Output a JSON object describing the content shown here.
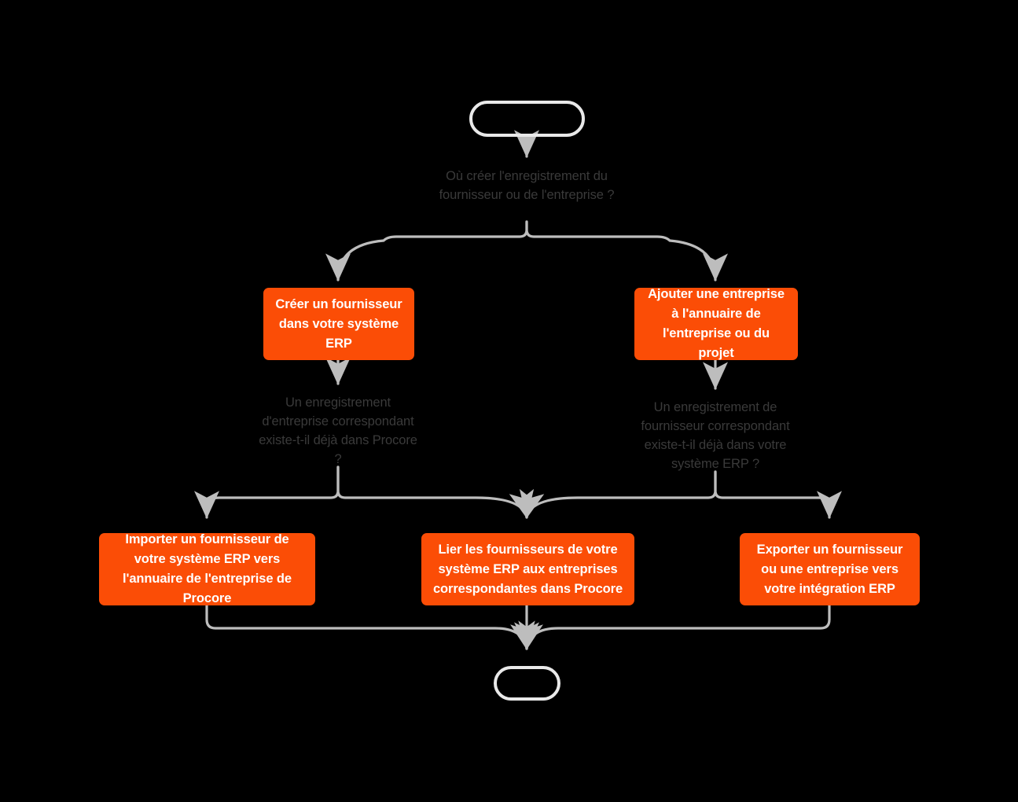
{
  "diagram": {
    "title": "Procore ERP fournisseur/entreprise flux",
    "background_color": "#000000",
    "box_color": "#fb4d06",
    "box_text_color": "#ffffff",
    "edge_color": "#bdbdbd",
    "terminal_stroke_color": "#e9e9e9",
    "label_text_color": "#3a3a3a"
  },
  "nodes": {
    "start": {
      "label": "",
      "shape": "stadium"
    },
    "end": {
      "label": "",
      "shape": "stadium"
    },
    "decision_1": {
      "label": "Où créer l'enregistrement du fournisseur ou de l'entreprise ?"
    },
    "process_erp": {
      "label": "Créer un fournisseur dans votre système ERP"
    },
    "process_directory": {
      "label": "Ajouter une entreprise à l'annuaire de l'entreprise ou du projet"
    },
    "decision_2": {
      "label": "Un enregistrement d'entreprise correspondant existe-t-il déjà dans Procore ?"
    },
    "decision_3": {
      "label": "Un enregistrement de fournisseur correspondant existe-t-il déjà dans votre système ERP ?"
    },
    "process_import": {
      "label": "Importer un fournisseur de votre système ERP vers l'annuaire de l'entreprise de Procore"
    },
    "process_link": {
      "label": "Lier les fournisseurs de votre système ERP aux entreprises correspondantes dans Procore"
    },
    "process_export": {
      "label": "Exporter un fournisseur ou une entreprise vers votre intégration ERP"
    }
  }
}
